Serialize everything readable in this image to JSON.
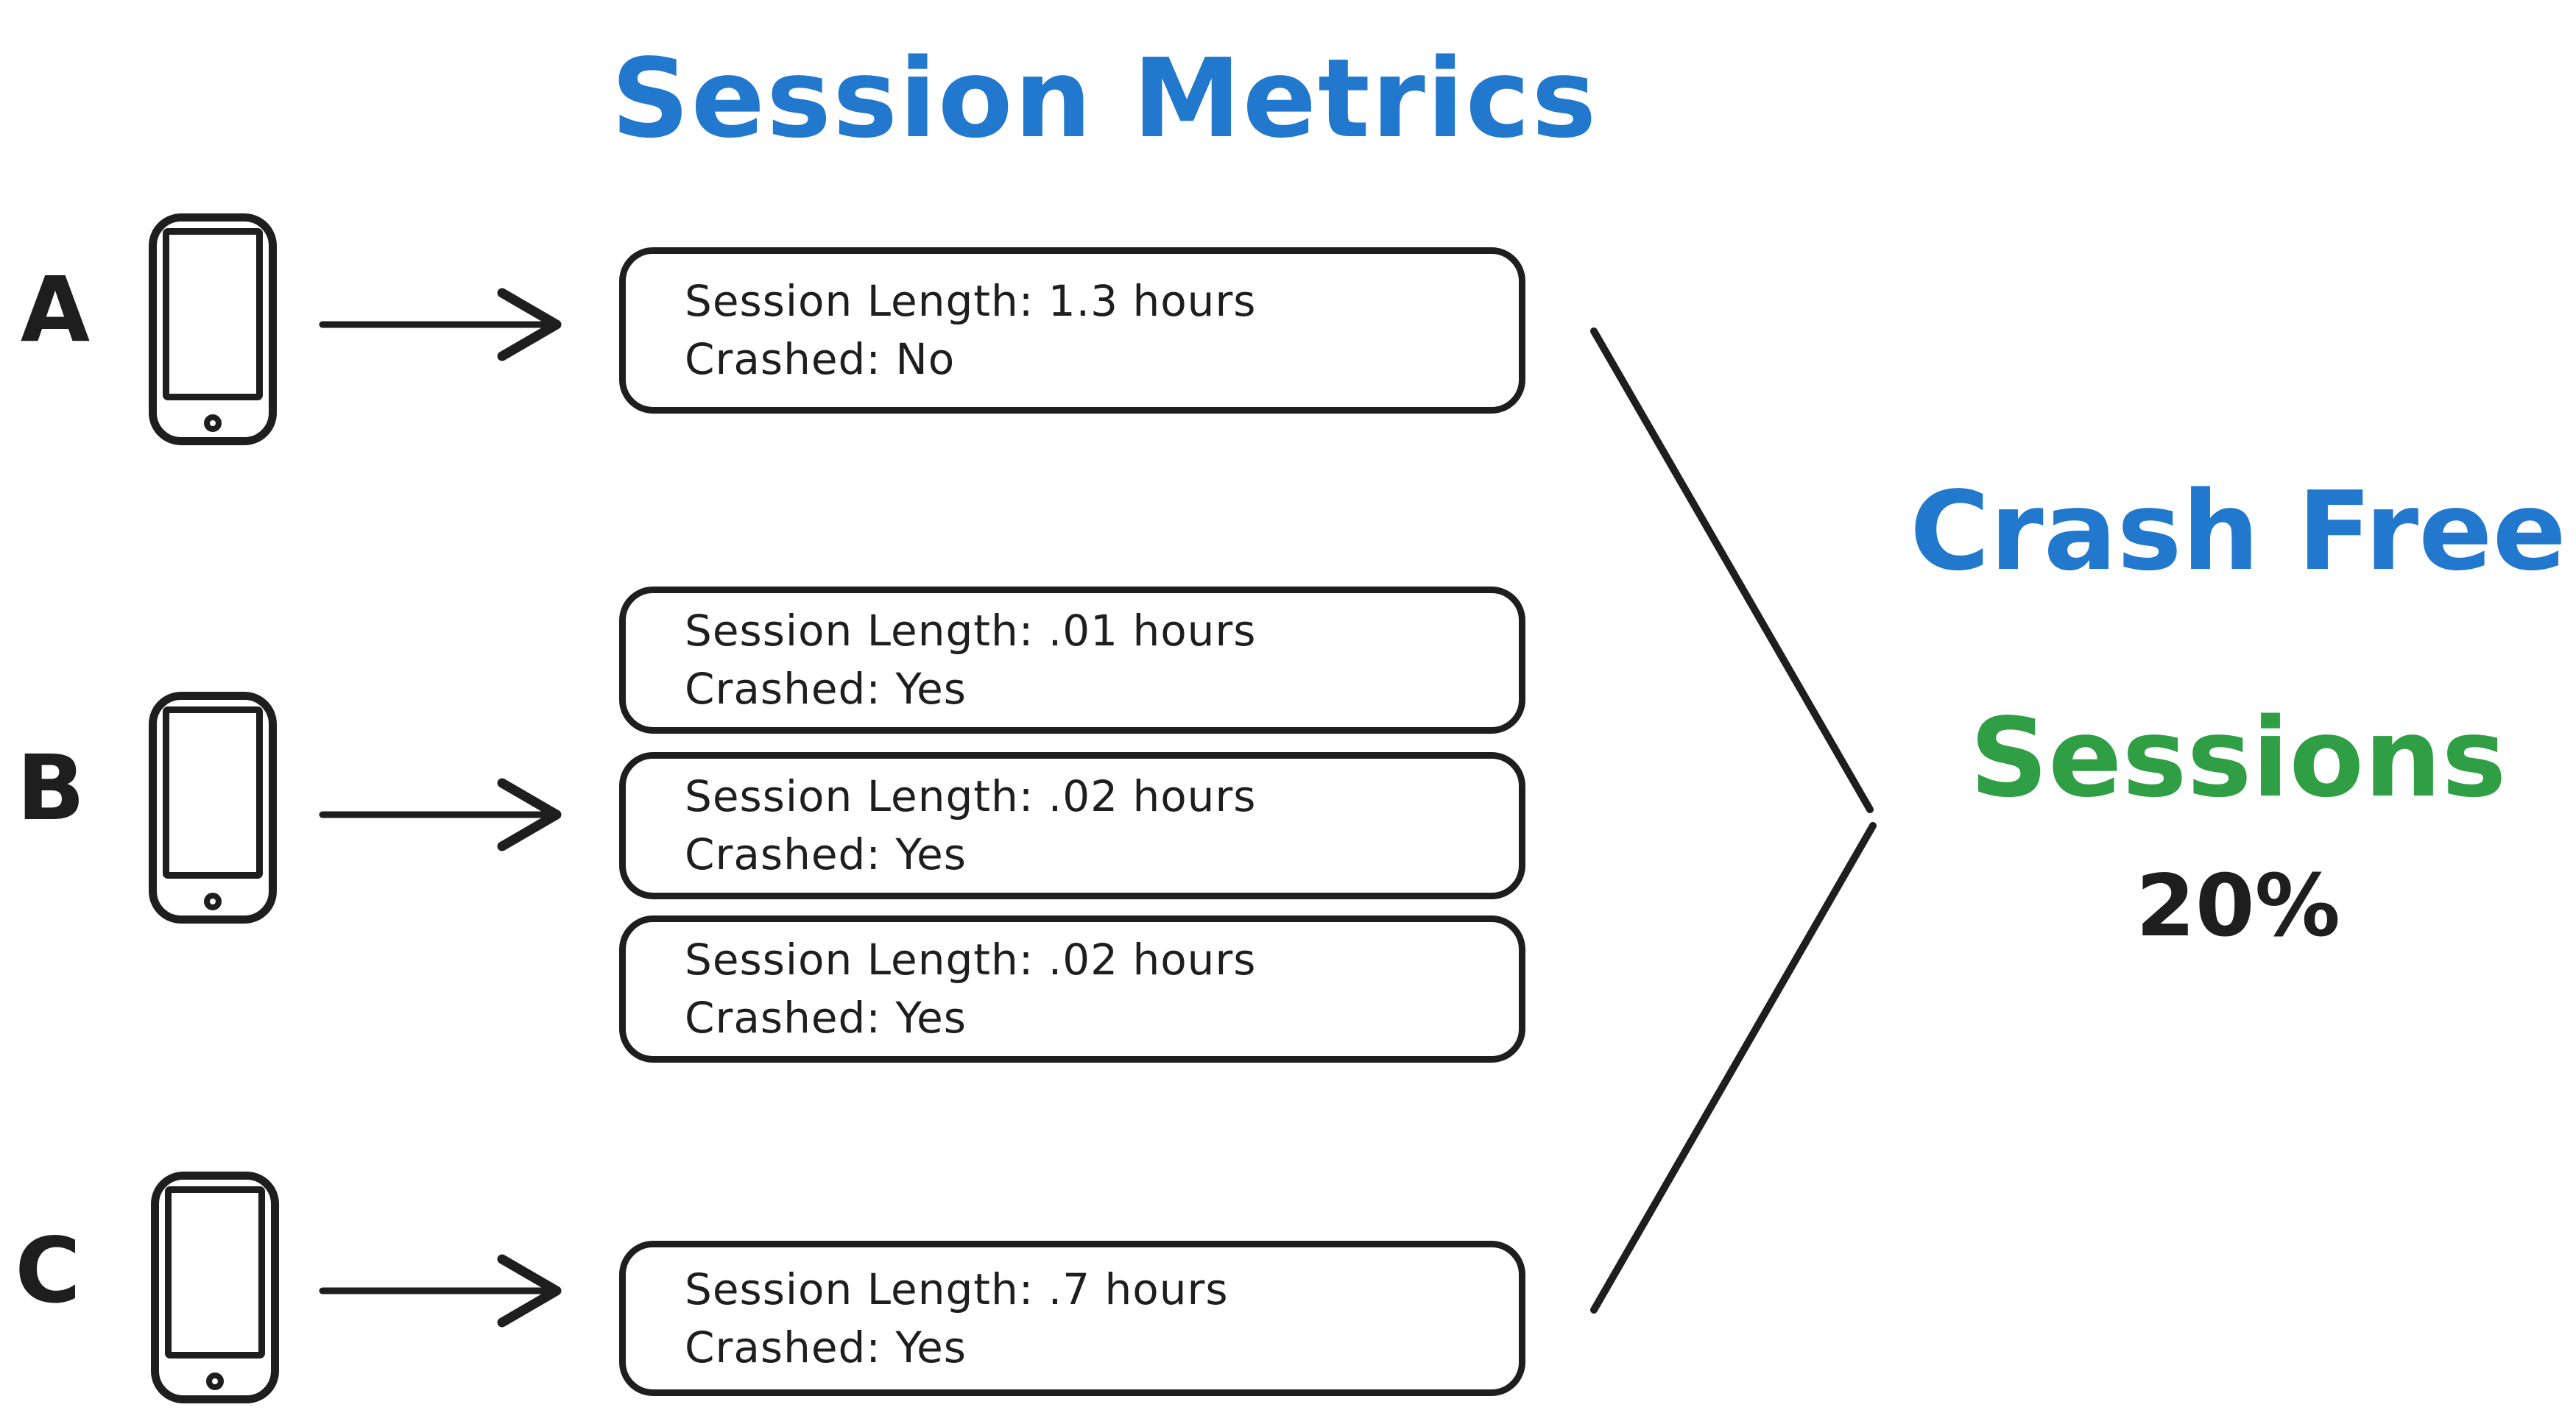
{
  "title": "Session Metrics",
  "colors": {
    "blue": "#2278cd",
    "green": "#2f9e44",
    "ink": "#1e1e1e",
    "background": "#ffffff"
  },
  "icons": {
    "phone": "phone-icon (hand-drawn smartphone outline with screen and home button)",
    "arrow": "arrow-right-icon (hand-drawn line with open chevron head)",
    "merge": "merge-chevron-icon (large right-pointing angle joining cards to result)"
  },
  "devices": [
    {
      "label": "A",
      "sessions": [
        {
          "session_length": "Session Length: 1.3 hours",
          "crashed": "Crashed: No"
        }
      ]
    },
    {
      "label": "B",
      "sessions": [
        {
          "session_length": "Session Length: .01 hours",
          "crashed": "Crashed: Yes"
        },
        {
          "session_length": "Session Length: .02 hours",
          "crashed": "Crashed: Yes"
        },
        {
          "session_length": "Session Length: .02 hours",
          "crashed": "Crashed: Yes"
        }
      ]
    },
    {
      "label": "C",
      "sessions": [
        {
          "session_length": "Session Length: .7 hours",
          "crashed": "Crashed: Yes"
        }
      ]
    }
  ],
  "result": {
    "heading_line1": "Crash Free",
    "heading_line2": "Sessions",
    "value": "20%"
  }
}
